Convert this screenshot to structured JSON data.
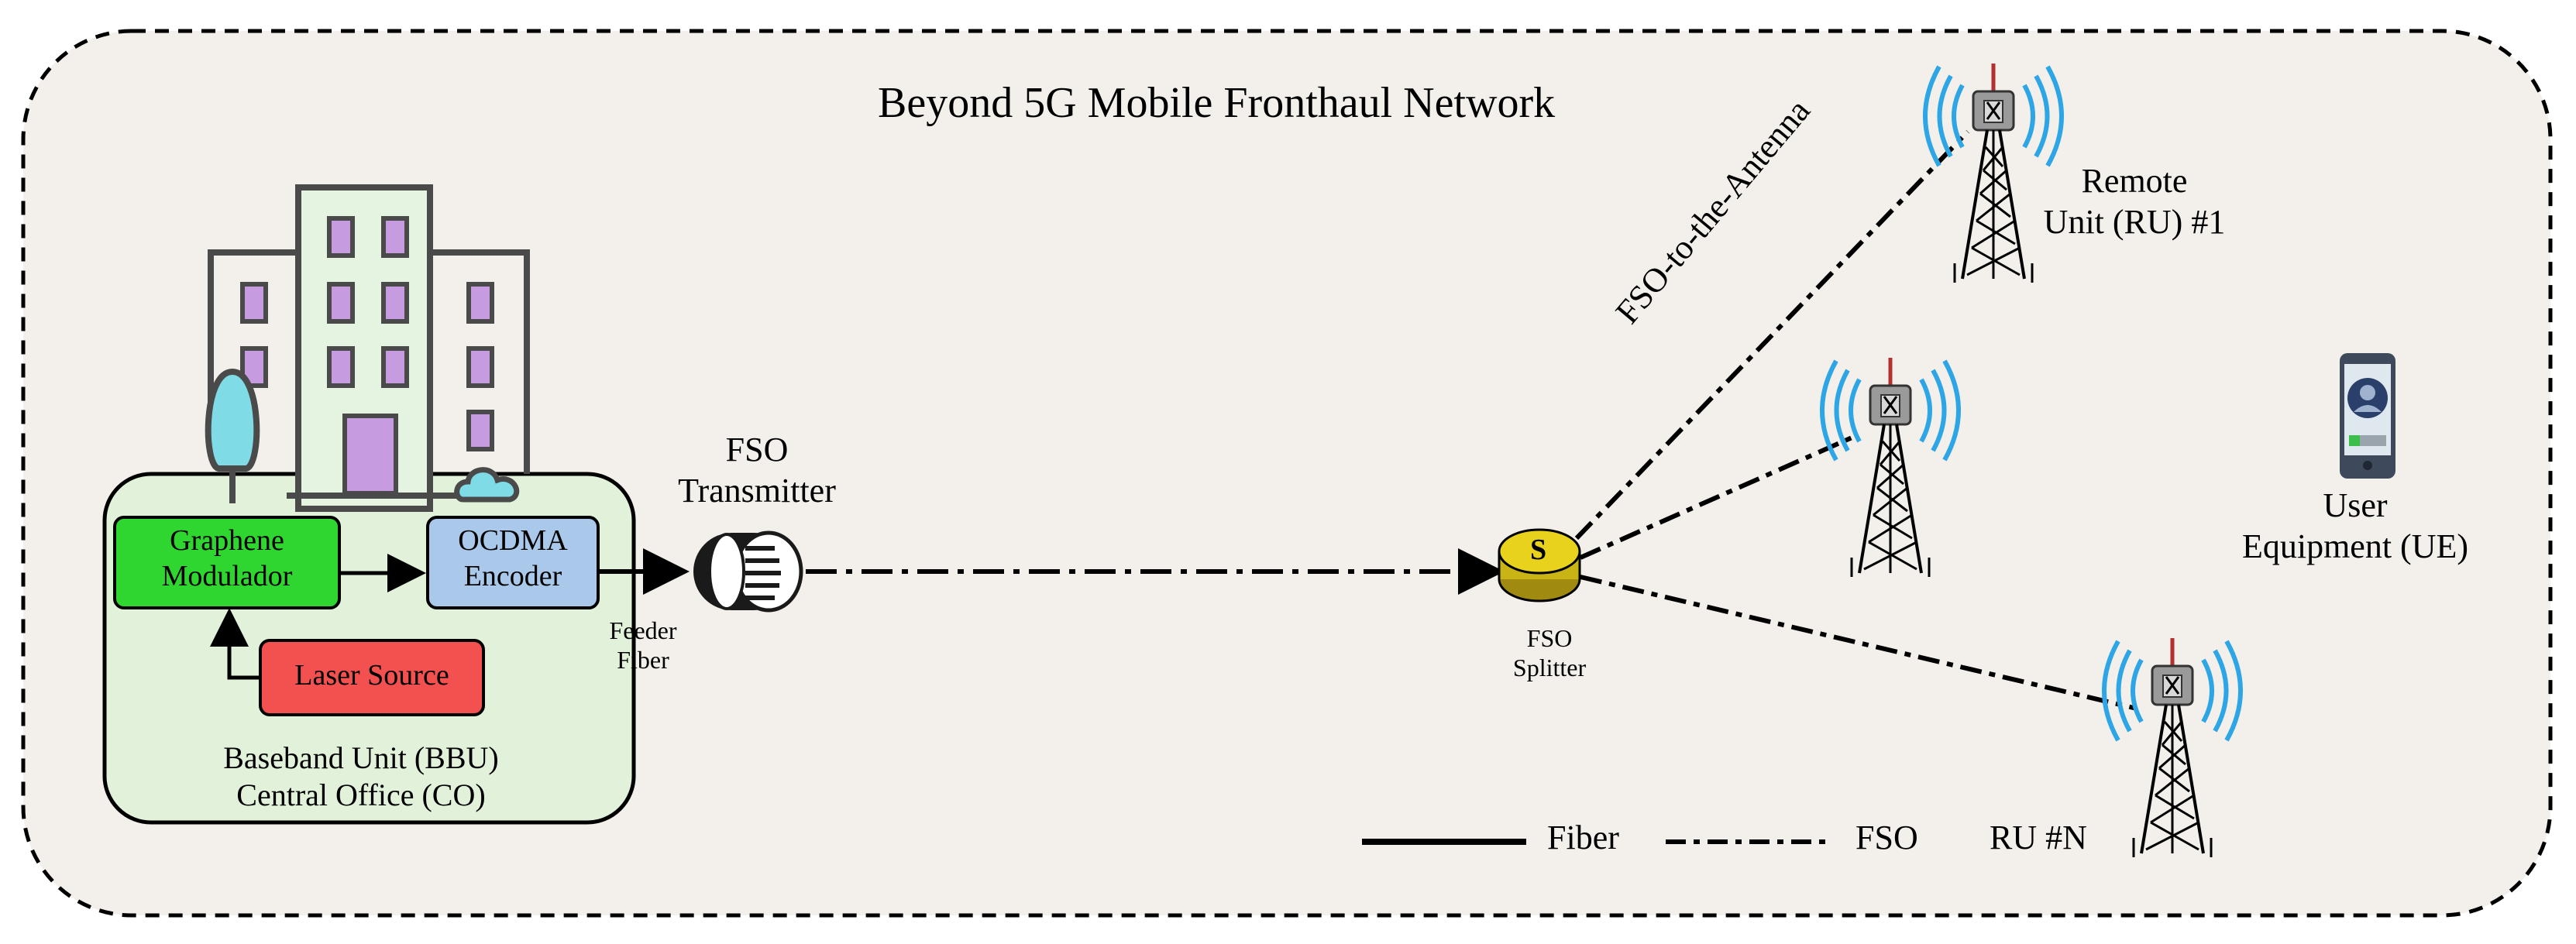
{
  "title": "Beyond 5G Mobile Fronthaul Network",
  "bbu": {
    "line1": "Baseband Unit (BBU)",
    "line2": "Central Office (CO)"
  },
  "blocks": {
    "graphene": [
      "Graphene",
      "Modulador"
    ],
    "ocdma": [
      "OCDMA",
      "Encoder"
    ],
    "laser": "Laser Source"
  },
  "feeder": [
    "Feeder",
    "Fiber"
  ],
  "fso_transmitter": [
    "FSO",
    "Transmitter"
  ],
  "splitter": {
    "symbol": "S",
    "label": [
      "FSO",
      "Splitter"
    ]
  },
  "fso_to_antenna": "FSO-to-the-Antenna",
  "ru1": [
    "Remote",
    "Unit (RU) #1"
  ],
  "run": "RU #N",
  "ue": [
    "User",
    "Equipment (UE)"
  ],
  "legend": {
    "fiber": "Fiber",
    "fso": "FSO"
  },
  "colors": {
    "background": "#f3efea",
    "bbu_fill": "#e2f2da",
    "graphene_fill": "#2fd62f",
    "ocdma_fill": "#a9c8ea",
    "laser_fill": "#f35050",
    "building_fill": "#e4f4e0",
    "window_fill": "#c69be0",
    "tree_fill": "#7fdbe6",
    "signal_blue": "#2ea6e6",
    "splitter_gold": "#e8d21c"
  },
  "icons": [
    "building-icon",
    "tree-icon",
    "cloud-icon",
    "fso-transmitter-icon",
    "fso-splitter-icon",
    "antenna-tower-icon",
    "smartphone-icon"
  ]
}
